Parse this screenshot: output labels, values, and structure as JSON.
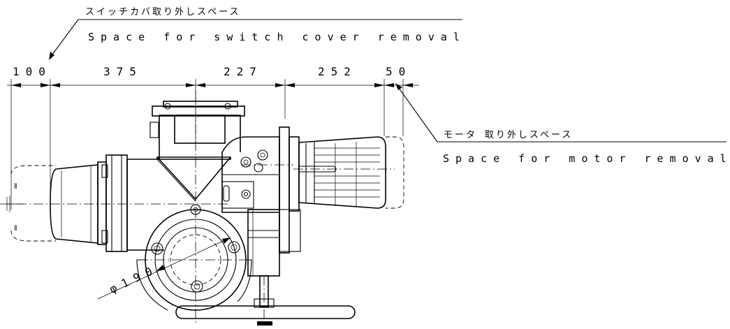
{
  "annotations": {
    "switch_cover_jp": "スイッチカバ取り外しスペース",
    "switch_cover_en": "Space for switch cover removal",
    "motor_jp": "モータ 取り外しスペース",
    "motor_en": "Space for motor removal"
  },
  "dimensions": {
    "d1": "100",
    "d2": "375",
    "d3": "227",
    "d4": "252",
    "d5": "50",
    "diameter": "φ190"
  }
}
